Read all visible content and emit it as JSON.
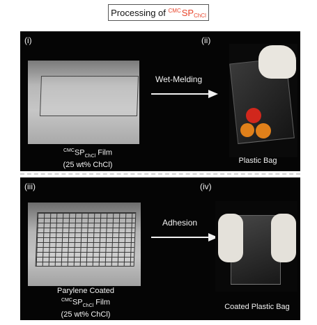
{
  "title": {
    "prefix": "Processing of ",
    "sup": "CMC",
    "main": "SP",
    "sub": "ChCl"
  },
  "panels": {
    "i": {
      "label": "(i)",
      "caption_sup": "CMC",
      "caption_main": "SP",
      "caption_sub": "ChCl",
      "caption_suffix": " Film",
      "caption_line2": "(25 wt% ChCl)"
    },
    "ii": {
      "label": "(ii)",
      "caption": "Plastic Bag"
    },
    "iii": {
      "label": "(iii)",
      "caption_line1": "Parylene Coated",
      "caption_sup": "CMC",
      "caption_main": "SP",
      "caption_sub": "ChCl",
      "caption_suffix": " Film",
      "caption_line3": "(25 wt% ChCl)"
    },
    "iv": {
      "label": "(iv)",
      "caption": "Coated Plastic Bag"
    }
  },
  "arrows": {
    "top": "Wet-Melding",
    "bottom": "Adhesion"
  },
  "colors": {
    "accent": "#e8452b",
    "panel_bg": "#050505",
    "tomato_red": "#d1271c",
    "tomato_orange": "#e0801a"
  }
}
